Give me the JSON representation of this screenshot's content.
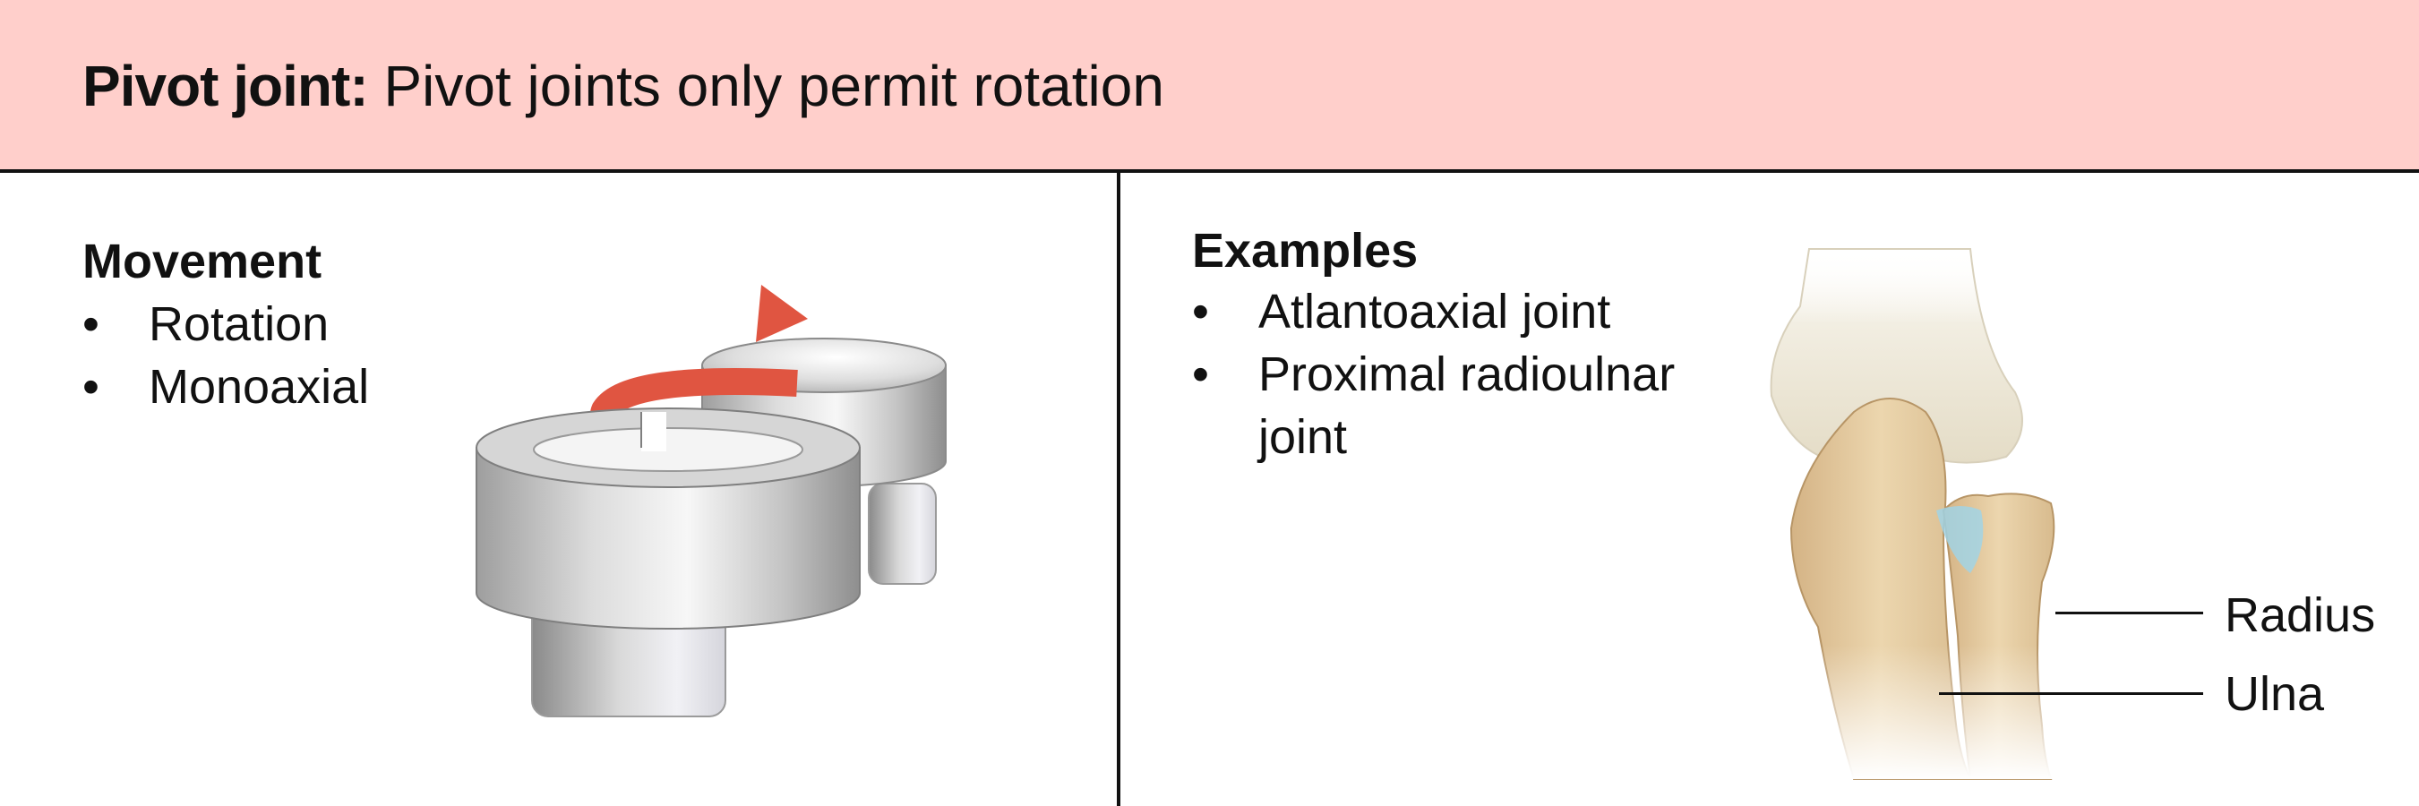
{
  "header": {
    "title_bold": "Pivot joint:",
    "title_rest": " Pivot joints only permit rotation",
    "background_color": "#ffcfcb"
  },
  "movement": {
    "title": "Movement",
    "items": [
      "Rotation",
      "Monoaxial"
    ]
  },
  "examples": {
    "title": "Examples",
    "items": [
      "Atlantoaxial joint",
      "Proximal radioulnar joint"
    ]
  },
  "anatomy_labels": {
    "radius": "Radius",
    "ulna": "Ulna"
  },
  "colors": {
    "rotation_arrow": "#e05541",
    "joint_highlight": "#9ed4ea"
  }
}
